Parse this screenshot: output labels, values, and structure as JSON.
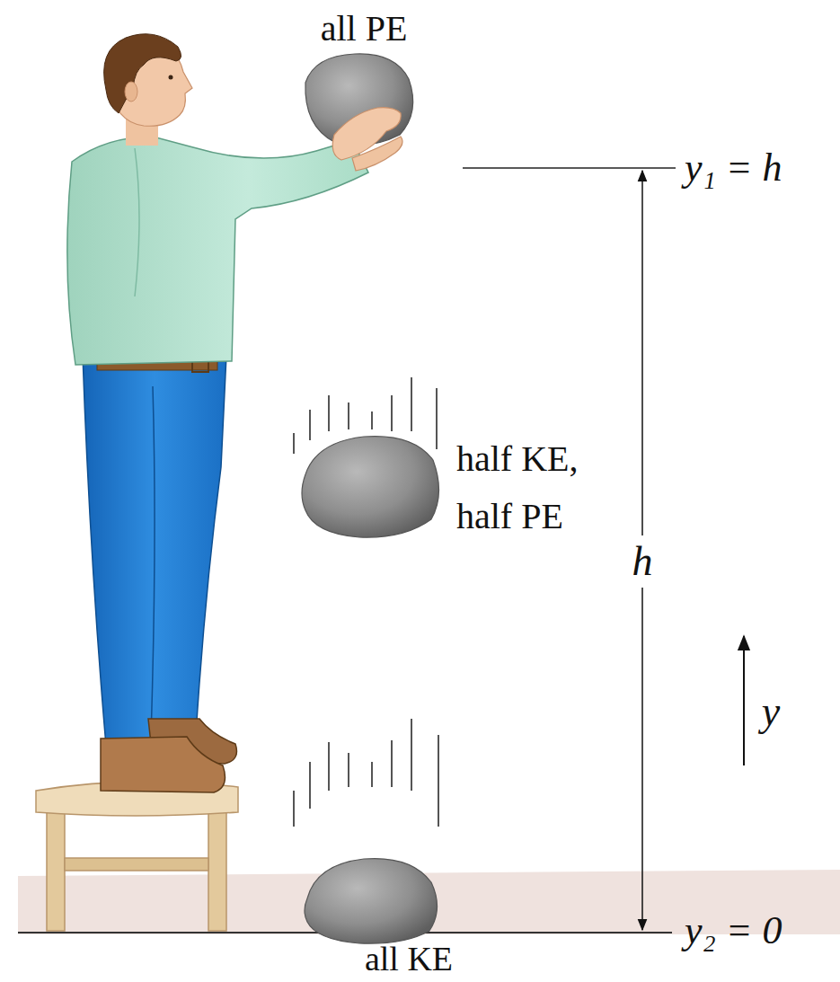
{
  "diagram": {
    "labels": [
      "all PE",
      "y₁ = h",
      "half KE, half PE",
      "h",
      "y",
      "y₂ = 0",
      "all KE"
    ]
  }
}
